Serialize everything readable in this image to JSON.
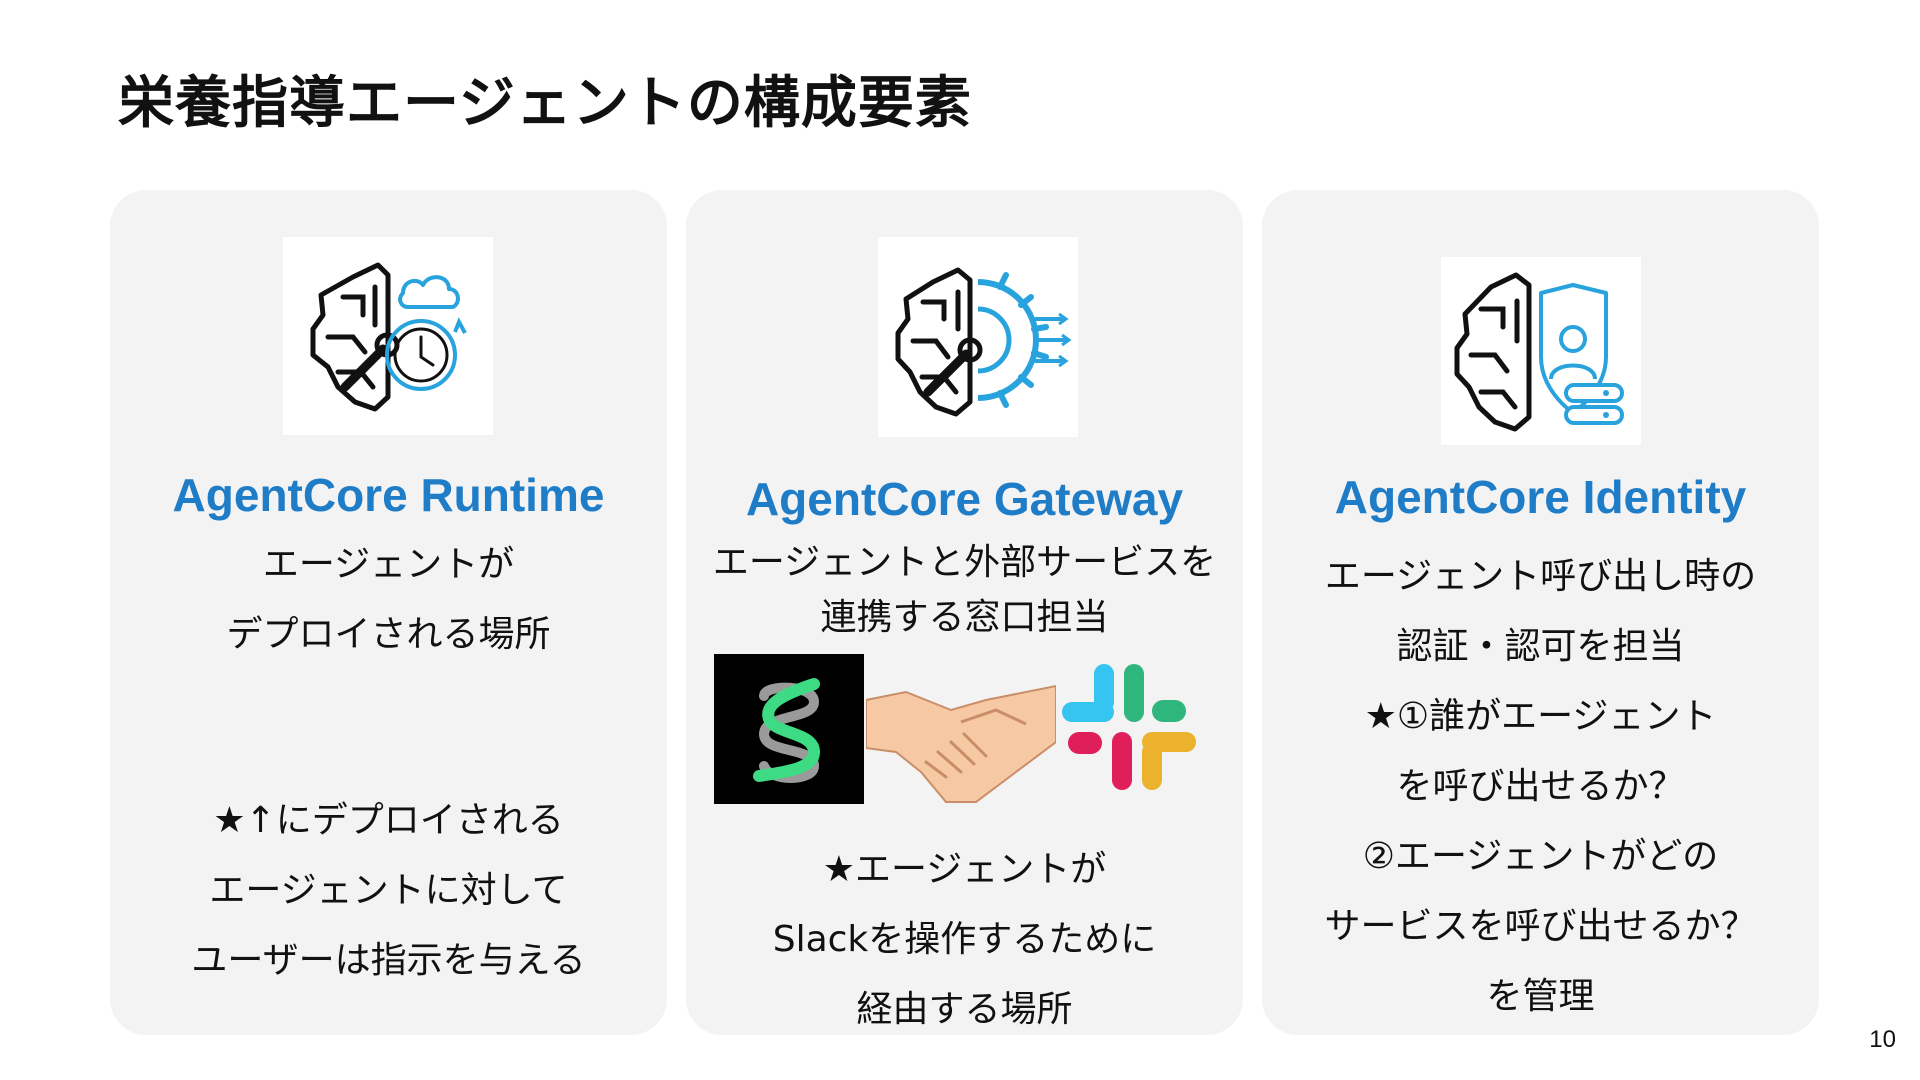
{
  "slide": {
    "title": "栄養指導エージェントの構成要素",
    "page_number": "10"
  },
  "cards": [
    {
      "icon": "brain-cloud-clock-icon",
      "title": "AgentCore Runtime",
      "desc": [
        "エージェントが",
        "デプロイされる場所"
      ],
      "note": [
        "★↑にデプロイされる",
        "エージェントに対して",
        "ユーザーは指示を与える"
      ]
    },
    {
      "icon": "brain-gear-icon",
      "title": "AgentCore Gateway",
      "desc": [
        "エージェントと外部サービスを",
        "連携する窓口担当"
      ],
      "logos": [
        "sumo-logic-logo",
        "handshake-image",
        "slack-logo"
      ],
      "note": [
        "★エージェントが",
        "Slackを操作するために",
        "経由する場所"
      ]
    },
    {
      "icon": "brain-shield-user-icon",
      "title": "AgentCore Identity",
      "desc": [
        "エージェント呼び出し時の",
        "認証・認可を担当",
        "★①誰がエージェント",
        "を呼び出せるか？",
        "②エージェントがどの",
        "サービスを呼び出せるか？",
        "を管理"
      ]
    }
  ],
  "colors": {
    "accent": "#1f7cc7",
    "card_bg": "#f3f3f3",
    "icon_blue": "#29a3dd",
    "slack_blue": "#36c5f0",
    "slack_green": "#2eb67d",
    "slack_red": "#e01e5a",
    "slack_yellow": "#ecb22e",
    "sumo_green": "#3ddc84"
  }
}
